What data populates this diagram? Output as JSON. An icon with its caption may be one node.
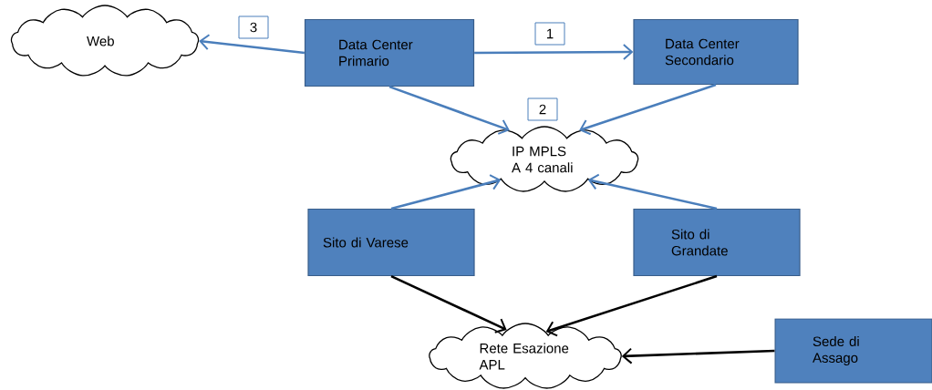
{
  "diagram": {
    "nodes": [
      {
        "text": [
          "Web"
        ]
      },
      {
        "text": [
          "Data Center Primario"
        ]
      },
      {
        "text": [
          "Data Center Secondario"
        ]
      },
      {
        "text": [
          "IP MPLS A 4 canali"
        ]
      },
      {
        "text": [
          "Sito di Varese"
        ]
      },
      {
        "text": [
          "Sito di Grandate"
        ]
      },
      {
        "text": [
          "Rete Esazione APL"
        ]
      },
      {
        "text": [
          "Sede di Assago"
        ]
      }
    ],
    "edges": [
      {
        "from": 1,
        "to": 0,
        "arrow": "to",
        "label": "3"
      },
      {
        "from": 1,
        "to": 2,
        "arrow": "to",
        "label": "1"
      },
      {
        "from": 1,
        "to": 3,
        "arrow": "to"
      },
      {
        "from": 2,
        "to": 3,
        "arrow": "to"
      },
      {
        "from": 4,
        "to": 3,
        "arrow": "to"
      },
      {
        "from": 5,
        "to": 3,
        "arrow": "to"
      },
      {
        "from": 4,
        "to": 6,
        "arrow": "to",
        "color": "#000000"
      },
      {
        "from": 5,
        "to": 6,
        "arrow": "to",
        "color": "#000000"
      },
      {
        "from": 7,
        "to": 6,
        "arrow": "to",
        "color": "#000000"
      }
    ],
    "labels": [
      "2"
    ]
  }
}
